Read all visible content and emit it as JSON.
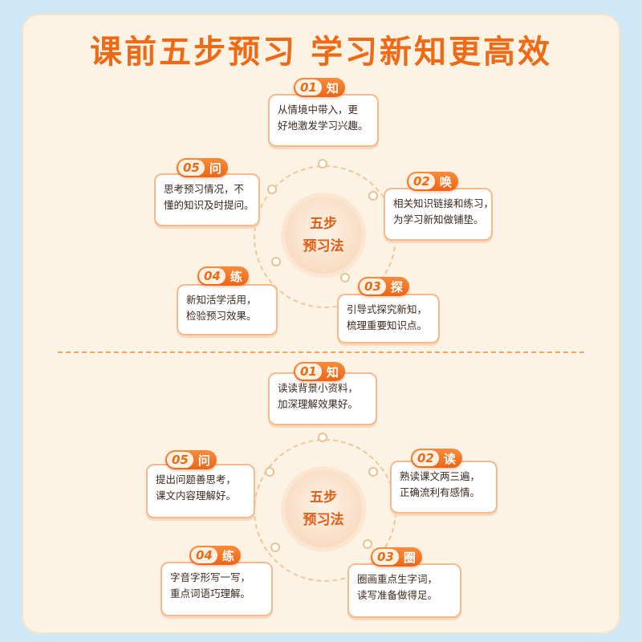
{
  "title": "课前五步预习 学习新知更高效",
  "colors": {
    "accent": "#ef6a17",
    "card_bg": "#fdf3e4",
    "page_bg": "#cfe8f6",
    "box_border": "#f6b98c"
  },
  "sections": [
    {
      "center": [
        "五步",
        "预习法"
      ],
      "steps": [
        {
          "num": "01",
          "char": "知",
          "lines": [
            "从情境中带入，更",
            "好地激发学习兴趣。"
          ]
        },
        {
          "num": "02",
          "char": "唤",
          "lines": [
            "相关知识链接和练习，",
            "为学习新知做铺垫。"
          ]
        },
        {
          "num": "03",
          "char": "探",
          "lines": [
            "引导式探究新知，",
            "梳理重要知识点。"
          ]
        },
        {
          "num": "04",
          "char": "练",
          "lines": [
            "新知活学活用，",
            "检验预习效果。"
          ]
        },
        {
          "num": "05",
          "char": "问",
          "lines": [
            "思考预习情况，不",
            "懂的知识及时提问。"
          ]
        }
      ]
    },
    {
      "center": [
        "五步",
        "预习法"
      ],
      "steps": [
        {
          "num": "01",
          "char": "知",
          "lines": [
            "读读背景小资料，",
            "加深理解效果好。"
          ]
        },
        {
          "num": "02",
          "char": "读",
          "lines": [
            "熟读课文两三遍，",
            "正确流利有感情。"
          ]
        },
        {
          "num": "03",
          "char": "圈",
          "lines": [
            "圈画重点生字词，",
            "读写准备做得足。"
          ]
        },
        {
          "num": "04",
          "char": "练",
          "lines": [
            "字音字形写一写，",
            "重点词语巧理解。"
          ]
        },
        {
          "num": "05",
          "char": "问",
          "lines": [
            "提出问题善思考，",
            "课文内容理解好。"
          ]
        }
      ]
    }
  ]
}
